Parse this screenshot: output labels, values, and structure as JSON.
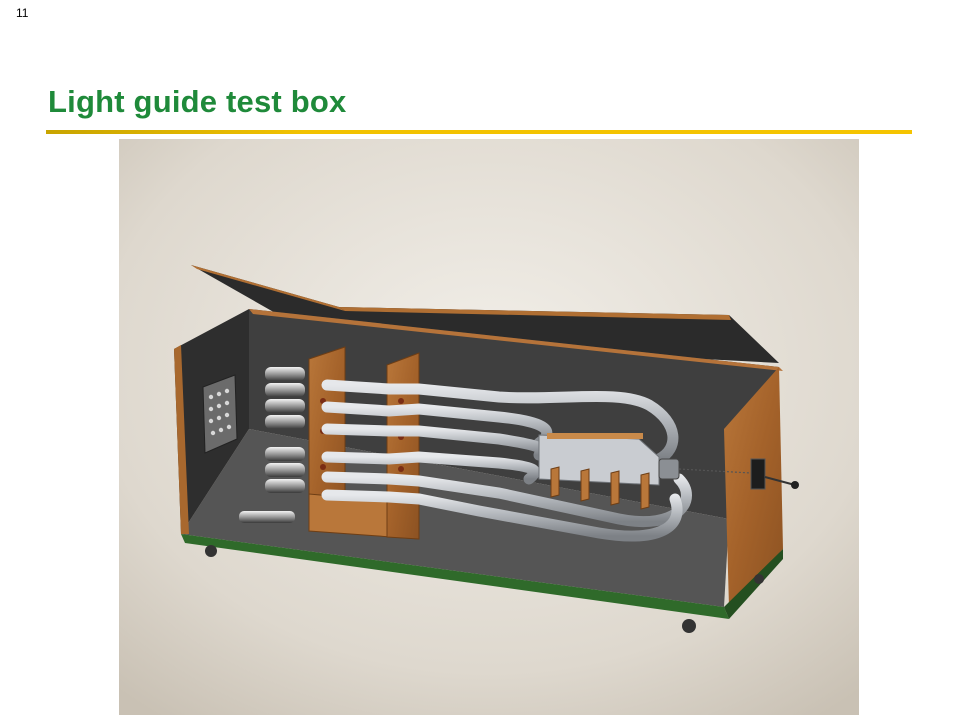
{
  "slide": {
    "number": "11",
    "title": "Light guide test box"
  },
  "figure": {
    "description_icon": "light-guide-test-box-render",
    "colors": {
      "title_green": "#1f8a3a",
      "rule_gold": "#f5c400",
      "wood": "#a8682e",
      "box_interior": "#4a4a4a",
      "base_green": "#2f6a2a",
      "tube_gray": "#a9adb3"
    }
  }
}
